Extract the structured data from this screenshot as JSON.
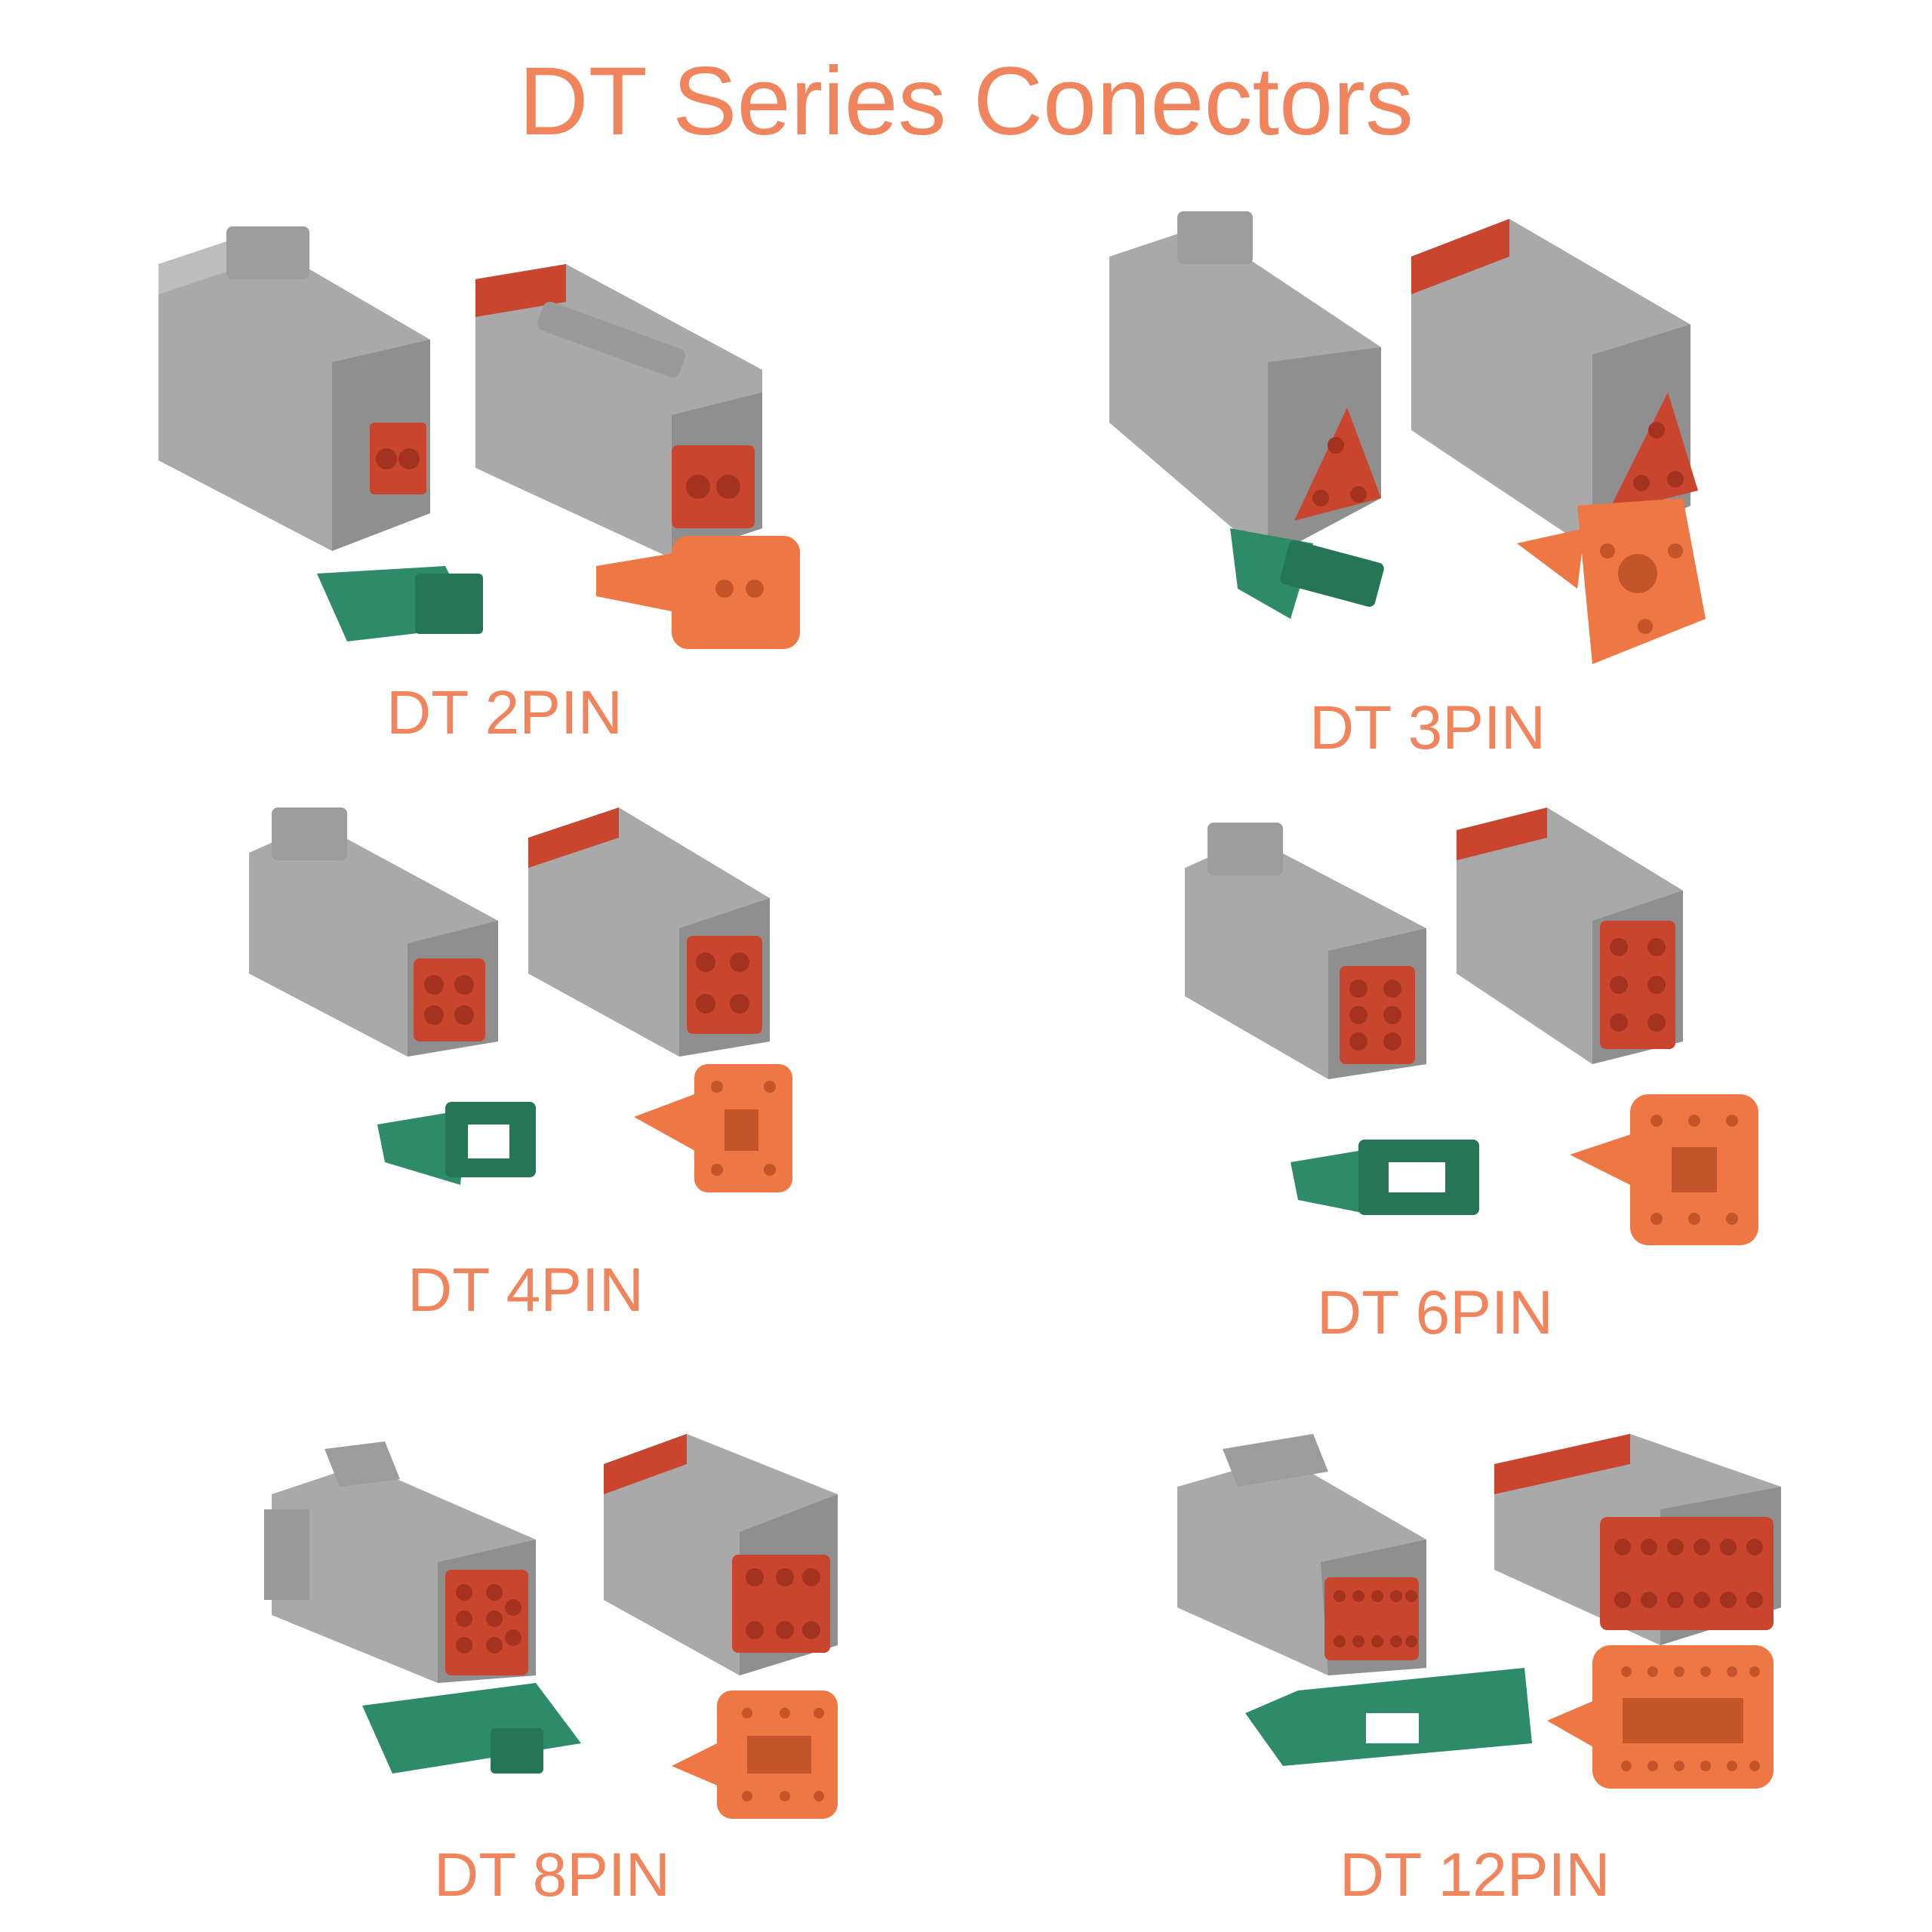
{
  "title": "DT Series Conectors",
  "colors": {
    "accent": "#f0845c",
    "housing": "#a8a8a8",
    "seal": "#c9452e",
    "wedge_green": "#2e8b6a",
    "wedge_orange": "#ee7744"
  },
  "labels": {
    "pin2": "DT 2PIN",
    "pin3": "DT 3PIN",
    "pin4": "DT 4PIN",
    "pin6": "DT 6PIN",
    "pin8": "DT 8PIN",
    "pin12": "DT 12PIN"
  }
}
